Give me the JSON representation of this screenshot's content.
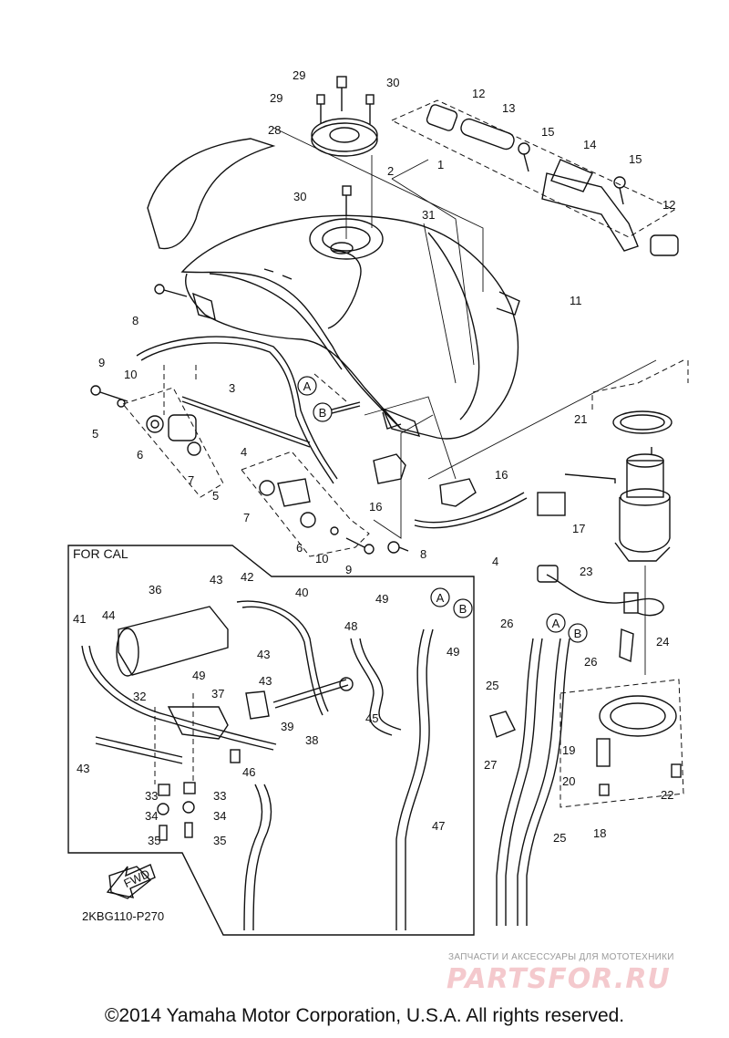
{
  "diagram": {
    "code": "2KBG110-P270",
    "box_label": "FOR CAL",
    "fwd_label": "FWD",
    "refs": [
      "A",
      "B"
    ],
    "callouts": [
      "1",
      "2",
      "3",
      "4",
      "5",
      "6",
      "7",
      "8",
      "9",
      "10",
      "11",
      "12",
      "13",
      "14",
      "15",
      "16",
      "17",
      "18",
      "19",
      "20",
      "21",
      "22",
      "23",
      "24",
      "25",
      "26",
      "27",
      "28",
      "29",
      "30",
      "31",
      "32",
      "33",
      "34",
      "35",
      "36",
      "37",
      "38",
      "39",
      "40",
      "41",
      "42",
      "43",
      "44",
      "45",
      "46",
      "47",
      "48",
      "49"
    ]
  },
  "watermark": {
    "tagline": "ЗАПЧАСТИ И АКСЕССУАРЫ ДЛЯ МОТОТЕХНИКИ",
    "logo": "PARTSFOR.RU"
  },
  "footer": {
    "copyright": "©2014 Yamaha Motor Corporation, U.S.A. All rights reserved."
  }
}
